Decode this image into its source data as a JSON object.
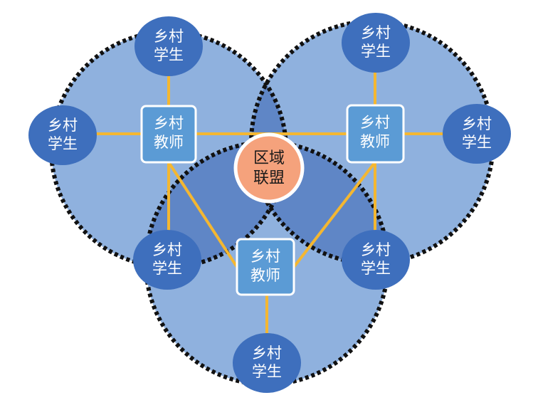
{
  "colors": {
    "region_fill": "#8fb1de",
    "overlap_fill": "#5f86c6",
    "region_border": "#111111",
    "link": "#f4b731",
    "student_fill": "#3e6fbd",
    "teacher_fill": "#5b9bd5",
    "teacher_border": "#ffffff",
    "center_fill": "#f5a27c",
    "center_border": "#ffffff"
  },
  "center": {
    "line1": "区域",
    "line2": "联盟"
  },
  "teachers": [
    {
      "id": "left",
      "line1": "乡村",
      "line2": "教师"
    },
    {
      "id": "right",
      "line1": "乡村",
      "line2": "教师"
    },
    {
      "id": "bottom",
      "line1": "乡村",
      "line2": "教师"
    }
  ],
  "students": [
    {
      "id": "left-top",
      "line1": "乡村",
      "line2": "学生"
    },
    {
      "id": "left-side",
      "line1": "乡村",
      "line2": "学生"
    },
    {
      "id": "left-bottom",
      "line1": "乡村",
      "line2": "学生"
    },
    {
      "id": "right-top",
      "line1": "乡村",
      "line2": "学生"
    },
    {
      "id": "right-side",
      "line1": "乡村",
      "line2": "学生"
    },
    {
      "id": "right-bottom",
      "line1": "乡村",
      "line2": "学生"
    },
    {
      "id": "bottom",
      "line1": "乡村",
      "line2": "学生"
    }
  ]
}
